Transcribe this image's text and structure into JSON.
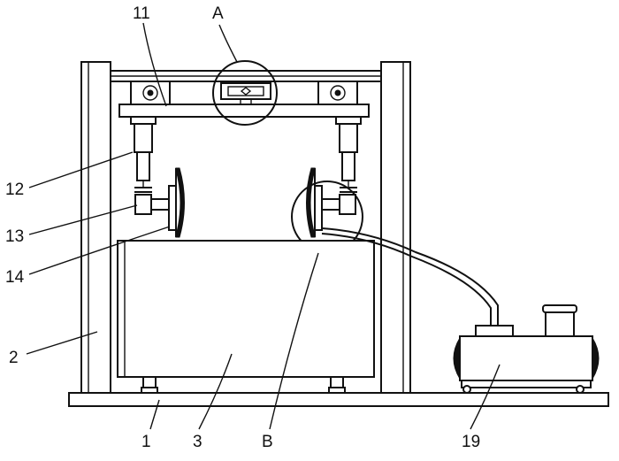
{
  "labels": {
    "l11": "11",
    "lA": "A",
    "l12": "12",
    "l13": "13",
    "l14": "14",
    "l2": "2",
    "l1": "1",
    "l3": "3",
    "lB": "B",
    "l19": "19"
  }
}
